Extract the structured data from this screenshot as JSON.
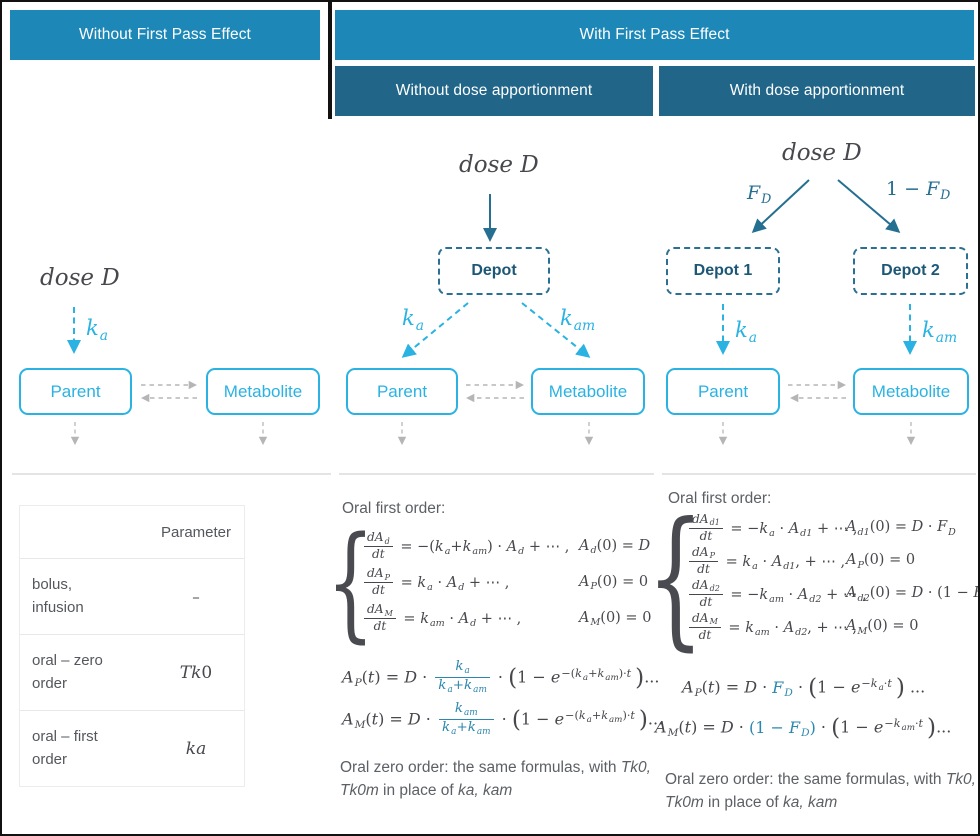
{
  "colors": {
    "header_top": "#1d88b8",
    "header_sub": "#216689",
    "cyan_accent": "#29b2e2",
    "teal_dark": "#256f91",
    "formula_teal": "#2b87ad",
    "gray_arrow": "#b5b5b5"
  },
  "headers": {
    "row1_left": "Without First Pass Effect",
    "row1_right": "With First Pass Effect",
    "row2_left": "Without dose apportionment",
    "row2_right": "With dose apportionment"
  },
  "diagrams": {
    "left": {
      "dose": [
        {
          "i": "dose D"
        }
      ],
      "ka": [
        {
          "i": "k"
        },
        {
          "s": "a"
        }
      ],
      "parent": "Parent",
      "metabolite": "Metabolite"
    },
    "mid": {
      "dose": [
        {
          "i": "dose D"
        }
      ],
      "depot": "Depot",
      "ka": [
        {
          "i": "k"
        },
        {
          "s": "a"
        }
      ],
      "kam": [
        {
          "i": "k"
        },
        {
          "s": "am"
        }
      ],
      "parent": "Parent",
      "metabolite": "Metabolite"
    },
    "right": {
      "dose": [
        {
          "i": "dose D"
        }
      ],
      "fd": [
        {
          "i": "F"
        },
        {
          "s": "D"
        }
      ],
      "one_minus_fd": [
        "1 − ",
        {
          "i": "F"
        },
        {
          "s": "D"
        }
      ],
      "depot1": "Depot 1",
      "depot2": "Depot 2",
      "ka": [
        {
          "i": "k"
        },
        {
          "s": "a"
        }
      ],
      "kam": [
        {
          "i": "k"
        },
        {
          "s": "am"
        }
      ],
      "parent": "Parent",
      "metabolite": "Metabolite"
    }
  },
  "table": {
    "header": "Parameter",
    "rows": [
      {
        "label": "bolus,\ninfusion",
        "value": [
          "–"
        ]
      },
      {
        "label": "oral – zero\norder",
        "value": [
          {
            "i": "Tk"
          },
          "0"
        ]
      },
      {
        "label": "oral – first\norder",
        "value": [
          {
            "i": "ka"
          }
        ]
      }
    ]
  },
  "formulas": {
    "mid": {
      "heading": "Oral first order:",
      "ode": [
        {
          "eq": [
            {
              "f": {
                "n": [
                  {
                    "i": "dA"
                  },
                  {
                    "s": "d"
                  }
                ],
                "d": [
                  {
                    "i": "dt"
                  }
                ]
              }
            },
            " = −(",
            {
              "i": "k"
            },
            {
              "s": "a"
            },
            "+",
            {
              "i": "k"
            },
            {
              "s": "am"
            },
            ") · ",
            {
              "i": "A"
            },
            {
              "s": "d"
            },
            " + ⋯ ,"
          ],
          "ic": [
            {
              "i": "A"
            },
            {
              "s": "d"
            },
            "(0) = ",
            {
              "i": "D"
            }
          ]
        },
        {
          "eq": [
            {
              "f": {
                "n": [
                  {
                    "i": "dA"
                  },
                  {
                    "s": "P"
                  }
                ],
                "d": [
                  {
                    "i": "dt"
                  }
                ]
              }
            },
            " = ",
            {
              "i": "k"
            },
            {
              "s": "a"
            },
            " · ",
            {
              "i": "A"
            },
            {
              "s": "d"
            },
            " + ⋯ ,"
          ],
          "ic": [
            {
              "i": "A"
            },
            {
              "s": "P"
            },
            "(0) = 0"
          ]
        },
        {
          "eq": [
            {
              "f": {
                "n": [
                  {
                    "i": "dA"
                  },
                  {
                    "s": "M"
                  }
                ],
                "d": [
                  {
                    "i": "dt"
                  }
                ]
              }
            },
            " = ",
            {
              "i": "k"
            },
            {
              "s": "am"
            },
            " · ",
            {
              "i": "A"
            },
            {
              "s": "d"
            },
            " + ⋯ ,"
          ],
          "ic": [
            {
              "i": "A"
            },
            {
              "s": "M"
            },
            "(0) = 0"
          ]
        }
      ],
      "ap": [
        {
          "i": "A"
        },
        {
          "s": "P"
        },
        "(",
        {
          "i": "t"
        },
        ") = ",
        {
          "i": "D"
        },
        " · ",
        {
          "f": {
            "n": [
              {
                "i": "k"
              },
              {
                "s": "a"
              }
            ],
            "d": [
              {
                "i": "k"
              },
              {
                "s": "a"
              },
              "+",
              {
                "i": "k"
              },
              {
                "s": "am"
              }
            ]
          },
          "c": 1
        },
        " · ",
        {
          "big": "("
        },
        "1 − ",
        {
          "i": "e"
        },
        {
          "su": [
            "−(",
            {
              "i": "k"
            },
            {
              "s": "a"
            },
            "+",
            {
              "i": "k"
            },
            {
              "s": "am"
            },
            ")·",
            {
              "i": "t"
            }
          ]
        },
        {
          "sp": 4
        },
        {
          "big": ")"
        },
        "..."
      ],
      "am": [
        {
          "i": "A"
        },
        {
          "s": "M"
        },
        "(",
        {
          "i": "t"
        },
        ") = ",
        {
          "i": "D"
        },
        " · ",
        {
          "f": {
            "n": [
              {
                "i": "k"
              },
              {
                "s": "am"
              }
            ],
            "d": [
              {
                "i": "k"
              },
              {
                "s": "a"
              },
              "+",
              {
                "i": "k"
              },
              {
                "s": "am"
              }
            ]
          },
          "c": 1
        },
        " · ",
        {
          "big": "("
        },
        "1 − ",
        {
          "i": "e"
        },
        {
          "su": [
            "−(",
            {
              "i": "k"
            },
            {
              "s": "a"
            },
            "+",
            {
              "i": "k"
            },
            {
              "s": "am"
            },
            ")·",
            {
              "i": "t"
            }
          ]
        },
        {
          "sp": 4
        },
        {
          "big": ")"
        },
        "..."
      ],
      "note": {
        "p1": "Oral zero order: the same formulas, with ",
        "p2": "Tk0, Tk0m",
        "p3": " in place of ",
        "p4": "ka, kam"
      }
    },
    "right": {
      "heading": "Oral first order:",
      "ode": [
        {
          "eq": [
            {
              "f": {
                "n": [
                  {
                    "i": "dA"
                  },
                  {
                    "s": "d1"
                  }
                ],
                "d": [
                  {
                    "i": "dt"
                  }
                ]
              }
            },
            " = −",
            {
              "i": "k"
            },
            {
              "s": "a"
            },
            " · ",
            {
              "i": "A"
            },
            {
              "s": "d1"
            },
            " + ⋯ ,"
          ],
          "ic": [
            {
              "i": "A"
            },
            {
              "s": "d1"
            },
            "(0) = ",
            {
              "i": "D"
            },
            " · ",
            {
              "i": "F"
            },
            {
              "s": "D"
            }
          ]
        },
        {
          "eq": [
            {
              "f": {
                "n": [
                  {
                    "i": "dA"
                  },
                  {
                    "s": "P"
                  }
                ],
                "d": [
                  {
                    "i": "dt"
                  }
                ]
              }
            },
            " = ",
            {
              "i": "k"
            },
            {
              "s": "a"
            },
            " · ",
            {
              "i": "A"
            },
            {
              "s": "d1"
            },
            ", + ⋯ ,"
          ],
          "ic": [
            {
              "i": "A"
            },
            {
              "s": "P"
            },
            "(0) = 0"
          ]
        },
        {
          "eq": [
            {
              "f": {
                "n": [
                  {
                    "i": "dA"
                  },
                  {
                    "s": "d2"
                  }
                ],
                "d": [
                  {
                    "i": "dt"
                  }
                ]
              }
            },
            " = −",
            {
              "i": "k"
            },
            {
              "s": "am"
            },
            " · ",
            {
              "i": "A"
            },
            {
              "s": "d2"
            },
            " + ⋯ ,"
          ],
          "ic": [
            {
              "i": "A"
            },
            {
              "s": "d2"
            },
            "(0) = ",
            {
              "i": "D"
            },
            " · (1 − ",
            {
              "i": "F"
            },
            {
              "s": "D"
            },
            ")"
          ]
        },
        {
          "eq": [
            {
              "f": {
                "n": [
                  {
                    "i": "dA"
                  },
                  {
                    "s": "M"
                  }
                ],
                "d": [
                  {
                    "i": "dt"
                  }
                ]
              }
            },
            " = ",
            {
              "i": "k"
            },
            {
              "s": "am"
            },
            " · ",
            {
              "i": "A"
            },
            {
              "s": "d2"
            },
            ", + ⋯ ,"
          ],
          "ic": [
            {
              "i": "A"
            },
            {
              "s": "M"
            },
            "(0) = 0"
          ]
        }
      ],
      "ap": [
        {
          "i": "A"
        },
        {
          "s": "P"
        },
        "(",
        {
          "i": "t"
        },
        ") = ",
        {
          "i": "D"
        },
        " · ",
        {
          "col": [
            {
              "i": "F"
            },
            {
              "s": "D"
            }
          ]
        },
        " · ",
        {
          "big": "("
        },
        "1 − ",
        {
          "i": "e"
        },
        {
          "su": [
            "−",
            {
              "i": "k"
            },
            {
              "s": "a"
            },
            "·",
            {
              "i": "t"
            }
          ]
        },
        {
          "sp": 4
        },
        {
          "big": ")"
        },
        " ..."
      ],
      "am": [
        {
          "i": "A"
        },
        {
          "s": "M"
        },
        "(",
        {
          "i": "t"
        },
        ") = ",
        {
          "i": "D"
        },
        " · ",
        {
          "col": [
            "(1 − ",
            {
              "i": "F"
            },
            {
              "s": "D"
            },
            ")"
          ]
        },
        " · ",
        {
          "big": "("
        },
        "1 − ",
        {
          "i": "e"
        },
        {
          "su": [
            "−",
            {
              "i": "k"
            },
            {
              "s": "am"
            },
            "·",
            {
              "i": "t"
            }
          ]
        },
        {
          "sp": 4
        },
        {
          "big": ")"
        },
        "..."
      ],
      "note": {
        "p1": "Oral zero order: the same formulas, with ",
        "p2": "Tk0, Tk0m",
        "p3": " in place of ",
        "p4": "ka, kam"
      }
    }
  }
}
